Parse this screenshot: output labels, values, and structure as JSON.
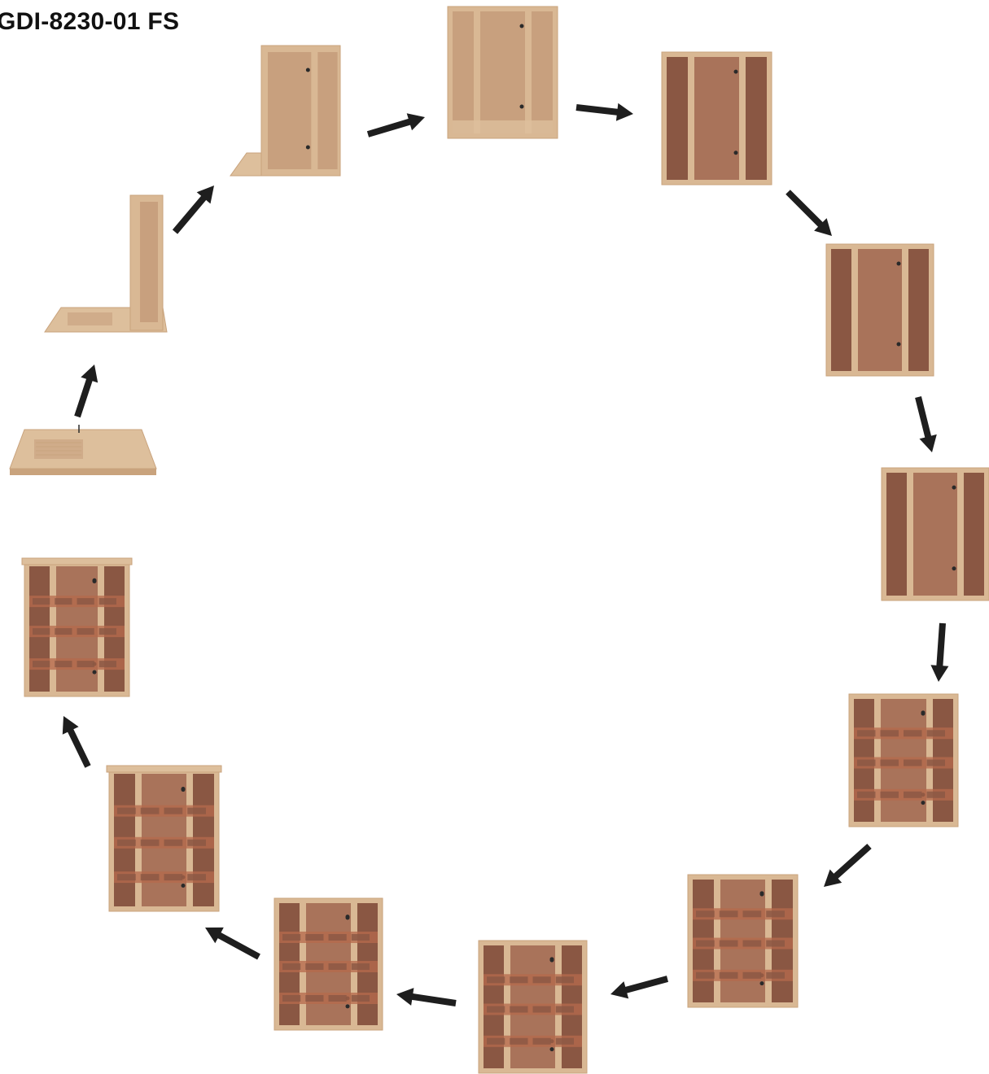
{
  "model_code": "GDI-8230-01 FS",
  "colors": {
    "frame": "#d9b894",
    "frame_dark": "#c9a37d",
    "floor": "#ddbf9c",
    "wall_light": "#c8a07e",
    "wall_mid": "#a9735a",
    "wall_dark": "#8a5743",
    "heater": "#b66a4c",
    "arrow": "#1e1e1e",
    "hinge": "#2a2a2a"
  },
  "steps": [
    {
      "kind": "floor"
    },
    {
      "kind": "floor-back"
    },
    {
      "kind": "floor-back-side"
    },
    {
      "kind": "three-walls"
    },
    {
      "kind": "front-panel"
    },
    {
      "kind": "front-panel"
    },
    {
      "kind": "front-panel"
    },
    {
      "kind": "heaters"
    },
    {
      "kind": "heaters"
    },
    {
      "kind": "heaters"
    },
    {
      "kind": "heaters"
    },
    {
      "kind": "heaters-roof"
    },
    {
      "kind": "heaters-roof"
    }
  ]
}
